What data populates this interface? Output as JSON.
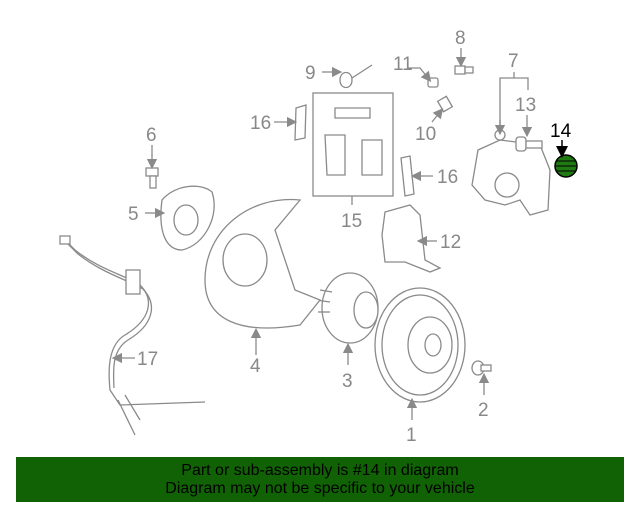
{
  "diagram": {
    "highlighted_part": "14",
    "highlight_color": "#1f7a12",
    "callouts": {
      "c1": "1",
      "c2": "2",
      "c3": "3",
      "c4": "4",
      "c5": "5",
      "c6": "6",
      "c7": "7",
      "c8": "8",
      "c9": "9",
      "c10": "10",
      "c11": "11",
      "c12": "12",
      "c13": "13",
      "c14": "14",
      "c15": "15",
      "c16a": "16",
      "c16b": "16",
      "c17": "17"
    }
  },
  "banner": {
    "line1": "Part or sub-assembly is #14 in diagram",
    "line2": "Diagram may not be specific to your vehicle",
    "color": "#116205"
  }
}
